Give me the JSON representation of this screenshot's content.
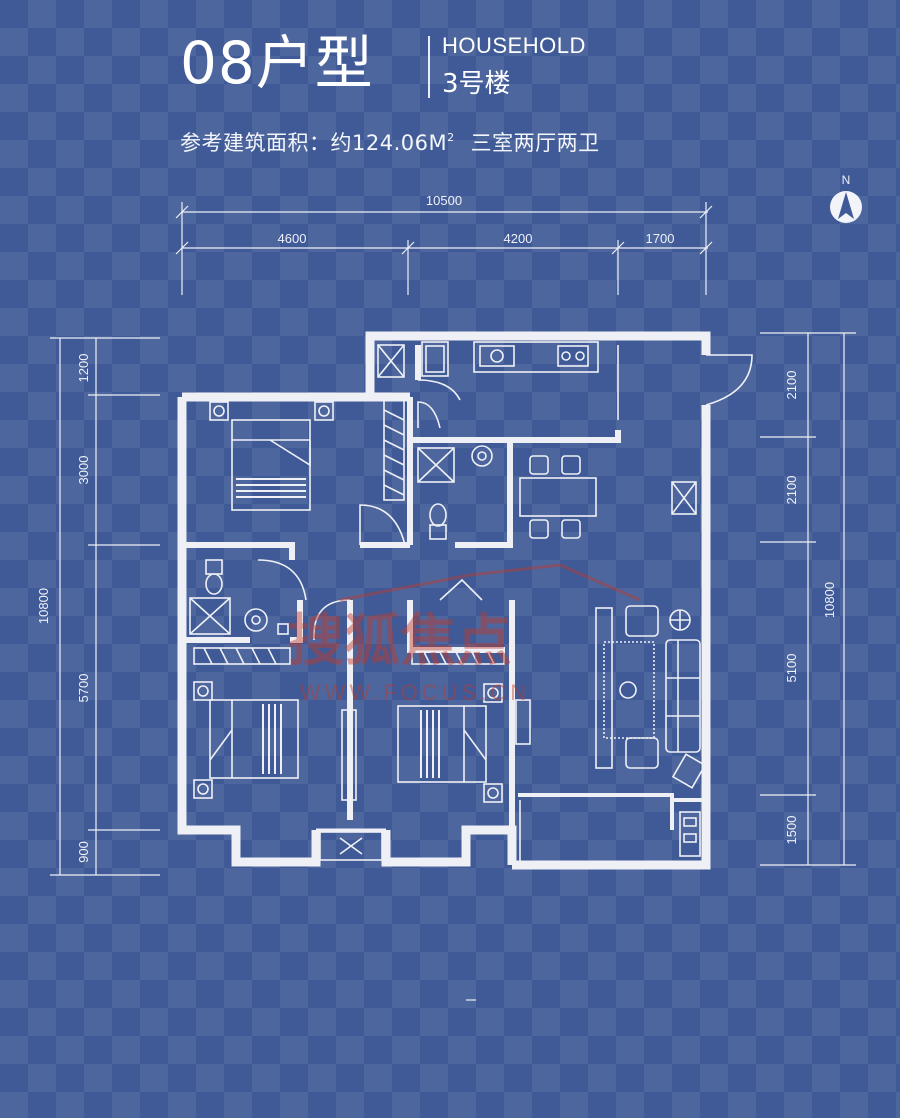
{
  "header": {
    "number_type": "08户型",
    "household_en": "HOUSEHOLD",
    "building": "3号楼"
  },
  "subtitle": {
    "area_label": "参考建筑面积：约124.06M",
    "area_sup": "2",
    "layout": "三室两厅两卫"
  },
  "compass": {
    "label": "N"
  },
  "dimensions": {
    "top_total": "10500",
    "top_segments": [
      "4600",
      "4200",
      "1700"
    ],
    "left_total": "10800",
    "left_segments": [
      "1200",
      "3000",
      "5700",
      "900"
    ],
    "right_total": "10800",
    "right_segments": [
      "2100",
      "2100",
      "5100",
      "1500"
    ]
  },
  "watermark": {
    "brand": "搜狐焦点",
    "url": "WWW.FOCUS.CN"
  },
  "colors": {
    "background": "#3f5a96",
    "line": "#eef0f6",
    "watermark": "#c0392b"
  }
}
